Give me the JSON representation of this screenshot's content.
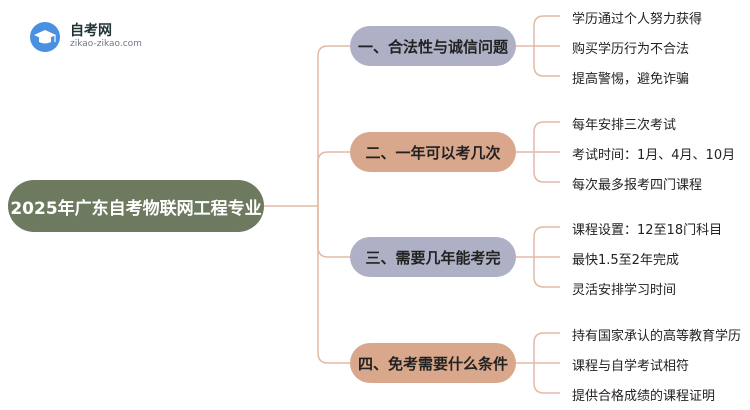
{
  "logo": {
    "title": "自考网",
    "url": "zikao-zikao.com"
  },
  "root": {
    "label": "2025年广东自考物联网工程专业"
  },
  "branches": [
    {
      "label": "一、合法性与诚信问题",
      "leaves": [
        "学历通过个人努力获得",
        "购买学历行为不合法",
        "提高警惕，避免诈骗"
      ]
    },
    {
      "label": "二、一年可以考几次",
      "leaves": [
        "每年安排三次考试",
        "考试时间：1月、4月、10月",
        "每次最多报考四门课程"
      ]
    },
    {
      "label": "三、需要几年能考完",
      "leaves": [
        "课程设置：12至18门科目",
        "最快1.5至2年完成",
        "灵活安排学习时间"
      ]
    },
    {
      "label": "四、免考需要什么条件",
      "leaves": [
        "持有国家承认的高等教育学历",
        "课程与自学考试相符",
        "提供合格成绩的课程证明"
      ]
    }
  ],
  "colors": {
    "root": "#6e7a5f",
    "branch_a": "#aeb1c6",
    "branch_b": "#d9a88c",
    "connector": "#e3b9a4"
  }
}
